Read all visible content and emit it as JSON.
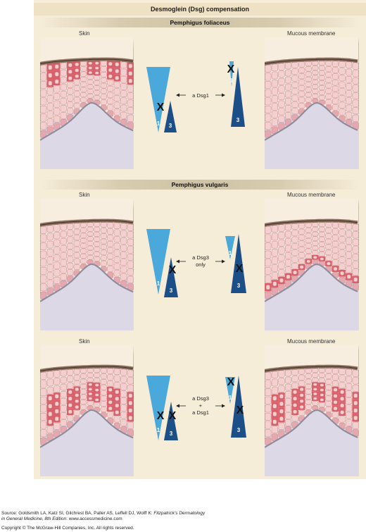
{
  "title": "Desmoglein (Dsg) compensation",
  "sections": [
    {
      "subtitle": "Pemphigus foliaceus",
      "left_label": "Skin",
      "right_label": "Mucous membrane",
      "center_label": [
        "a Dsg1"
      ]
    },
    {
      "subtitle": "Pemphigus vulgaris",
      "left_label": "Skin",
      "right_label": "Mucous membrane",
      "center_label": [
        "a Dsg3",
        "only"
      ]
    },
    {
      "subtitle": "",
      "left_label": "Skin",
      "right_label": "Mucous membrane",
      "center_label": [
        "a Dsg3",
        "+",
        "a Dsg1"
      ]
    }
  ],
  "triangle_labels": {
    "dsg1": "1",
    "dsg3": "3"
  },
  "block_mark": "X",
  "footer": {
    "source_prefix": "Source: Goldsmith LA, Katz SI, Gilchrest BA, Paller AS, Leffell DJ, Wolff K: ",
    "source_title_1": "Fitzpatrick's Dermatology",
    "source_title_2": "in General Medicine, 8th Edition",
    "source_suffix": ": www.accessmedicine.com",
    "copyright": "Copyright © The McGraw-Hill Companies, Inc. All rights reserved."
  },
  "colors": {
    "dsg1": "#4aa8da",
    "dsg3": "#1c4f88",
    "cell": "#f3cfcf",
    "cell_outline": "#c98c8c",
    "lesion": "#d9606b",
    "stratum_corneum": "#7a5c4a",
    "dermis": "#dcd8e6",
    "basement": "#8c8c9c"
  }
}
